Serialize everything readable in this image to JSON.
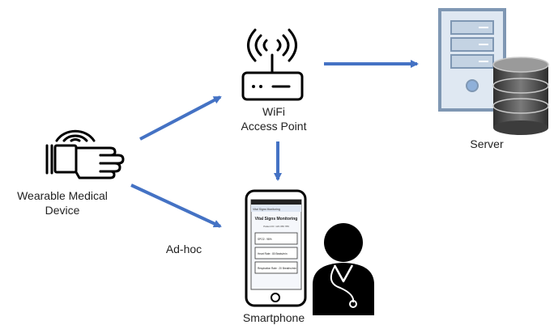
{
  "nodes": {
    "wearable": {
      "line1": "Wearable Medical",
      "line2": "Device"
    },
    "wifi": {
      "line1": "WiFi",
      "line2": "Access Point"
    },
    "server": {
      "label": "Server"
    },
    "smartphone": {
      "label": "Smartphone"
    }
  },
  "edges": {
    "adhoc": {
      "label": "Ad-hoc"
    }
  },
  "phone_screen": {
    "title": "Vital Signs Monitoring",
    "subtitle": "Patient ID: 123 456 789",
    "items": [
      "SPO2 : 98%",
      "Heart Rate : 80 Beats/min",
      "Respiration Rate : 20 Breaths/min"
    ],
    "header": "Vital Signs Monitoring"
  },
  "colors": {
    "arrow": "#4472C4",
    "icon": "#000000",
    "server_case": "#dfe8f2",
    "server_outline": "#7f97b3",
    "db_dark": "#3c3c3c",
    "db_light": "#8a8a8a"
  },
  "icons": [
    "wearable-hand-icon",
    "wifi-router-icon",
    "server-tower-icon",
    "database-icon",
    "smartphone-icon",
    "doctor-icon"
  ]
}
